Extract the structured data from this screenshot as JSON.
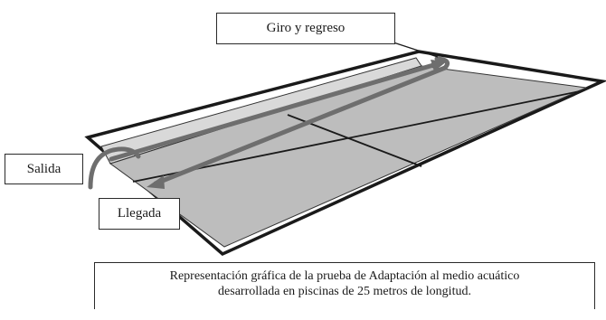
{
  "labels": {
    "turn": "Giro y regreso",
    "start": "Salida",
    "finish": "Llegada"
  },
  "caption": {
    "line1": "Representación gráfica de la prueba de Adaptación al medio acuático",
    "line2": "desarrollada en piscinas de 25 metros de longitud."
  },
  "colors": {
    "deck": "#ffffff",
    "water": "#bdbdbd",
    "inner_wall": "#d9d9d9",
    "outline": "#1a1a1a",
    "swim_path": "#6e6e6e"
  }
}
